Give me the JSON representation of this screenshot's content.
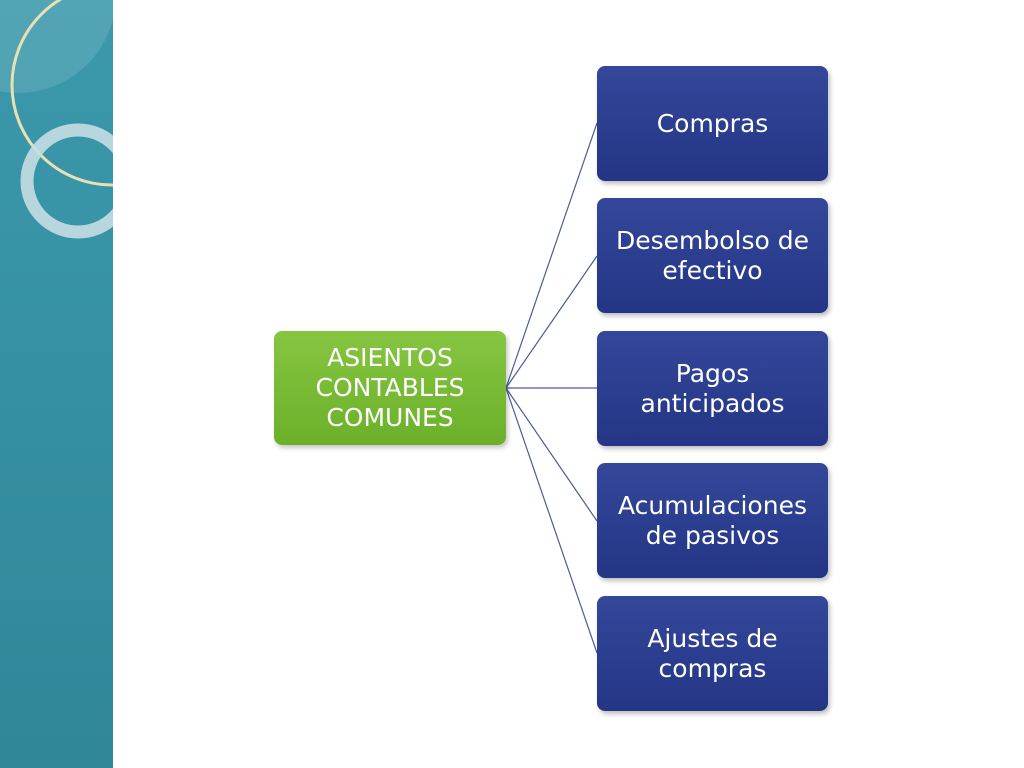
{
  "diagram": {
    "root": {
      "label": "ASIENTOS CONTABLES COMUNES"
    },
    "children": [
      {
        "label": "Compras"
      },
      {
        "label": "Desembolso de efectivo"
      },
      {
        "label": "Pagos anticipados"
      },
      {
        "label": "Acumulaciones de pasivos"
      },
      {
        "label": "Ajustes de compras"
      }
    ]
  },
  "colors": {
    "side_band": "#3590a3",
    "root_fill": "#76b82a",
    "child_fill": "#2c3e8f",
    "connector": "#4a5b9c"
  }
}
